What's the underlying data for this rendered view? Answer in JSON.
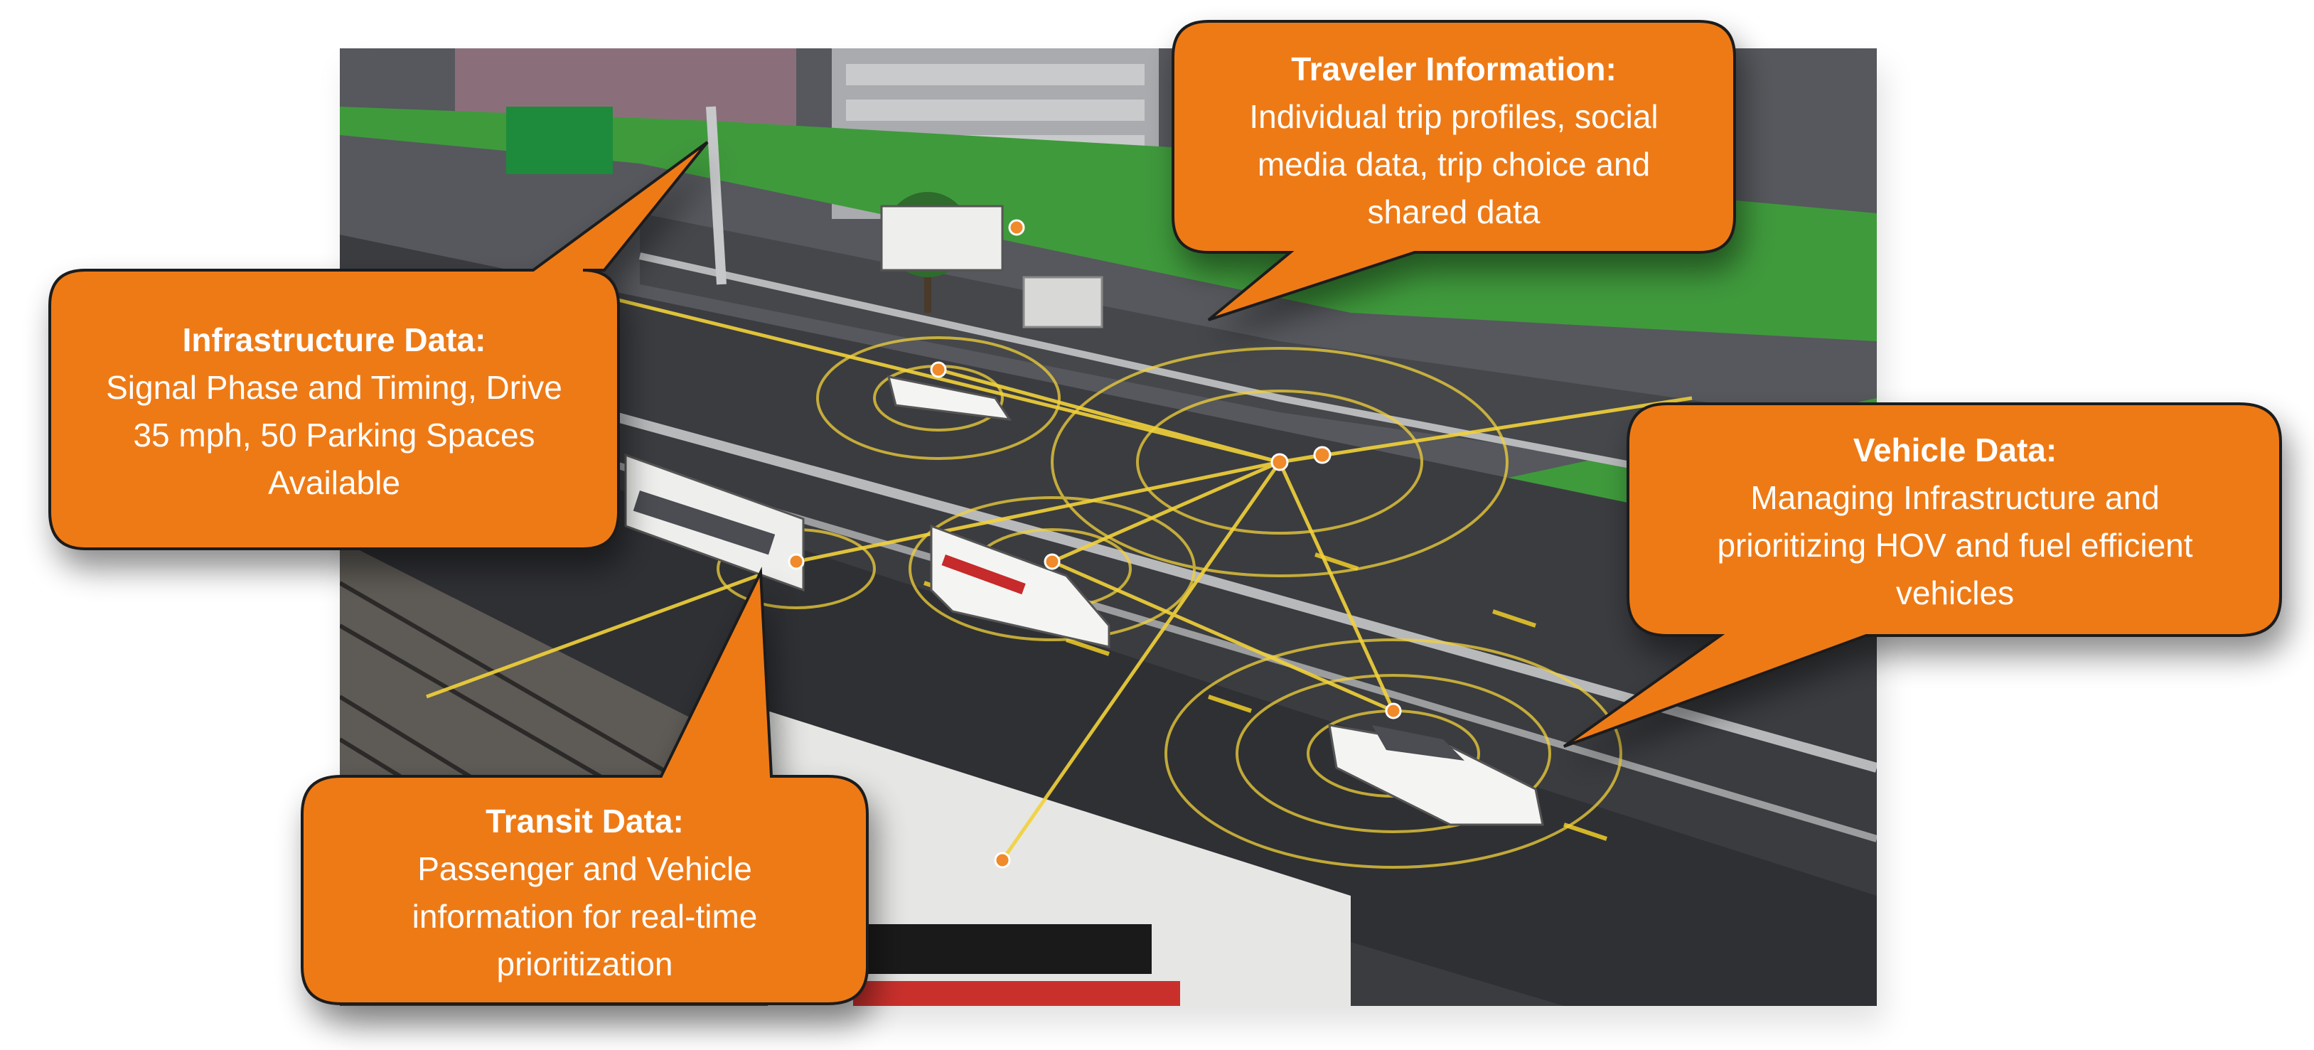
{
  "colors": {
    "callout_fill": "#ee7a17",
    "callout_stroke": "#1f1f1f",
    "road": "#3a3a3c",
    "grass": "#3f9a3c",
    "signal_lines": "#f2d23a",
    "node": "#f08a2a"
  },
  "icons": [
    "car-icon",
    "ambulance-icon",
    "bus-icon",
    "police-car-icon",
    "train-icon",
    "bus-shelter-icon",
    "highway-sign-icon",
    "tree-icon",
    "parking-garage-icon"
  ],
  "callouts": {
    "infrastructure": {
      "title": "Infrastructure Data:",
      "body": "Signal Phase and Timing, Drive\n35 mph, 50 Parking Spaces\nAvailable"
    },
    "traveler": {
      "title": "Traveler Information:",
      "body": "Individual trip profiles, social\nmedia data, trip choice and\nshared data"
    },
    "vehicle": {
      "title": "Vehicle Data:",
      "body": "Managing Infrastructure and\nprioritizing HOV and fuel efficient\nvehicles"
    },
    "transit": {
      "title": "Transit Data:",
      "body": "Passenger and Vehicle\ninformation for real-time\nprioritization"
    }
  }
}
